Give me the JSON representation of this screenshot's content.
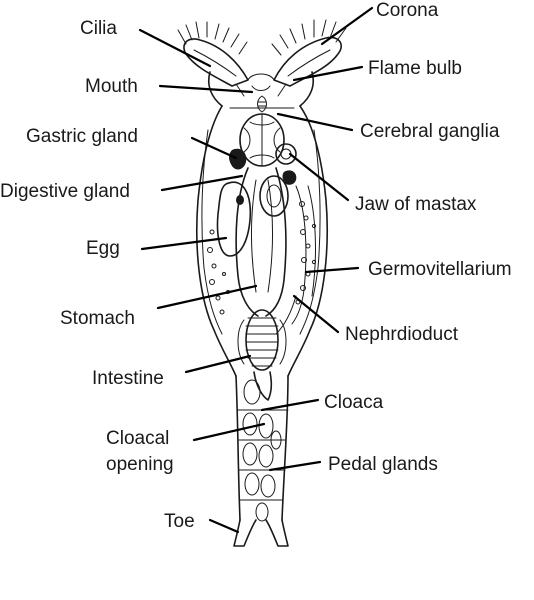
{
  "labels": {
    "cilia": "Cilia",
    "corona": "Corona",
    "mouth": "Mouth",
    "flame_bulb": "Flame bulb",
    "gastric_gland": "Gastric gland",
    "cerebral_ganglia": "Cerebral ganglia",
    "digestive_gland": "Digestive gland",
    "jaw_of_mastax": "Jaw of mastax",
    "egg": "Egg",
    "germovitellarium": "Germovitellarium",
    "stomach": "Stomach",
    "nephrdioduct": "Nephrdioduct",
    "intestine": "Intestine",
    "cloaca": "Cloaca",
    "cloacal_opening_line1": "Cloacal",
    "cloacal_opening_line2": "opening",
    "pedal_glands": "Pedal glands",
    "toe": "Toe"
  }
}
